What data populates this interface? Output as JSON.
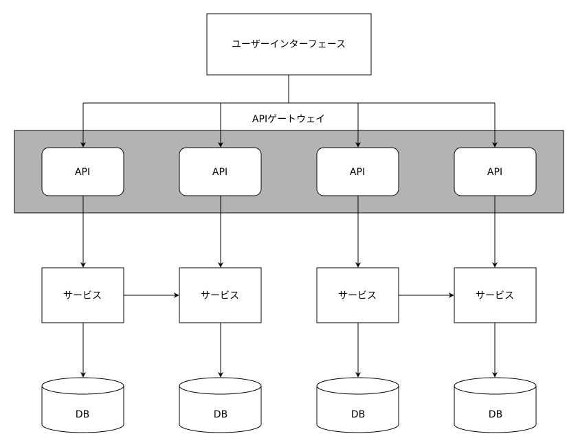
{
  "ui": {
    "label": "ユーザーインターフェース"
  },
  "gateway": {
    "label": "APIゲートウェイ",
    "fill": "#b3b3b3",
    "apis": [
      {
        "label": "API"
      },
      {
        "label": "API"
      },
      {
        "label": "API"
      },
      {
        "label": "API"
      }
    ]
  },
  "services": [
    {
      "label": "サービス"
    },
    {
      "label": "サービス"
    },
    {
      "label": "サービス"
    },
    {
      "label": "サービス"
    }
  ],
  "databases": [
    {
      "label": "DB"
    },
    {
      "label": "DB"
    },
    {
      "label": "DB"
    },
    {
      "label": "DB"
    }
  ]
}
